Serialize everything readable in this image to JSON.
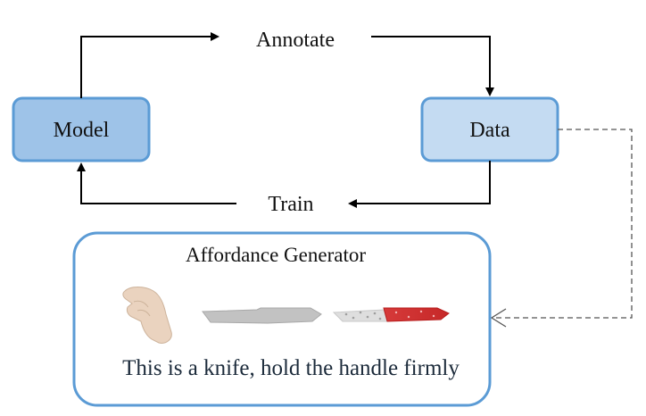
{
  "nodes": {
    "model": {
      "label": "Model",
      "color": "#9ec3e8"
    },
    "data": {
      "label": "Data",
      "color": "#c4dbf2"
    }
  },
  "edges": {
    "annotate": {
      "label": "Annotate"
    },
    "train": {
      "label": "Train"
    }
  },
  "affordance_generator": {
    "title": "Affordance Generator",
    "caption": "This is a knife, hold the handle firmly",
    "icons": [
      "hand-icon",
      "knife-icon",
      "knife-affordance-icon"
    ]
  },
  "colors": {
    "box_border": "#5b9bd5",
    "arrow": "#000000",
    "dashed_arrow": "#555555",
    "knife_gray": "#bdbdbd",
    "affordance_red": "#d32f2f",
    "hand_skin": "#ead3bf"
  }
}
